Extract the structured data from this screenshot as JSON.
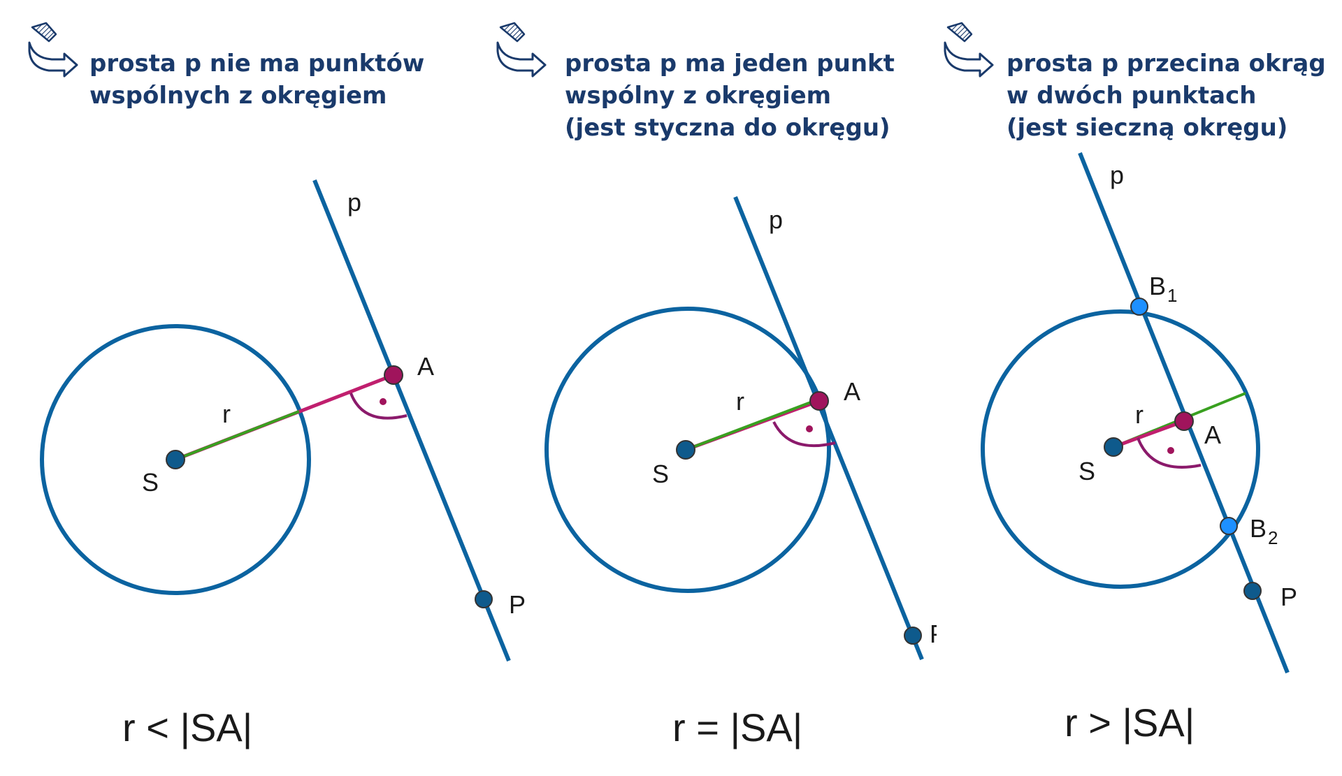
{
  "colors": {
    "caption_text": "#1a3a6b",
    "line_blue": "#0b63a0",
    "point_dark": "#0e5a8c",
    "point_light": "#1e90ff",
    "point_A": "#a0145c",
    "angle_arc": "#8b1a6b",
    "radius_green": "#39a020",
    "radius_pink": "#c01f6e",
    "icon_navy": "#1a3a6b"
  },
  "panels": [
    {
      "id": "panel-1",
      "icon": "arrow-hand-icon",
      "caption_lines": [
        "prosta p nie ma punktów",
        "wspólnych z okręgiem"
      ],
      "labels": {
        "p": "p",
        "A": "A",
        "S": "S",
        "r": "r",
        "P": "P"
      },
      "formula": "r < |SA|"
    },
    {
      "id": "panel-2",
      "icon": "arrow-hand-icon",
      "caption_lines": [
        "prosta p ma jeden punkt",
        "wspólny z okręgiem",
        "(jest styczna do okręgu)"
      ],
      "labels": {
        "p": "p",
        "A": "A",
        "S": "S",
        "r": "r",
        "P": "P"
      },
      "formula": "r = |SA|"
    },
    {
      "id": "panel-3",
      "icon": "arrow-hand-icon",
      "caption_lines": [
        "prosta p przecina okrąg",
        "w dwóch punktach",
        "(jest sieczną okręgu)"
      ],
      "labels": {
        "p": "p",
        "A": "A",
        "S": "S",
        "r": "r",
        "P": "P",
        "B1": "B",
        "B1_sub": "1",
        "B2": "B",
        "B2_sub": "2"
      },
      "formula": "r > |SA|"
    }
  ]
}
